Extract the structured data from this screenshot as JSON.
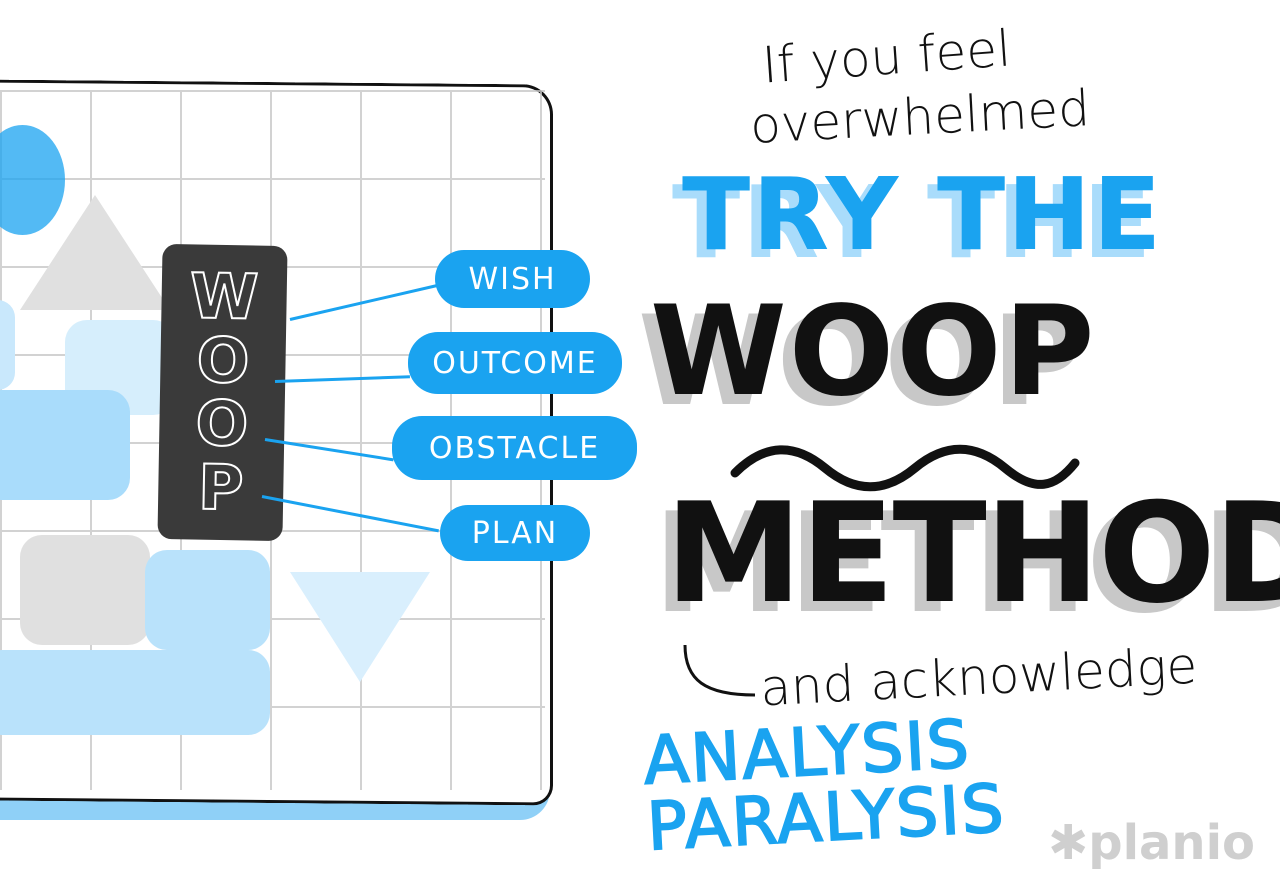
{
  "illustration": {
    "woop_block": {
      "letters": [
        "W",
        "O",
        "O",
        "P"
      ]
    },
    "labels": [
      "WISH",
      "OUTCOME",
      "OBSTACLE",
      "PLAN"
    ]
  },
  "headline": {
    "intro_line1": "If you feel",
    "intro_line2": "overwhelmed",
    "line1": "TRY THE",
    "line2": "WOOP",
    "line3": "METHOD",
    "outro": "and acknowledge",
    "highlight": "ANALYSIS PARALYSIS"
  },
  "logo": {
    "text": "planio",
    "mark": "asterisk-icon"
  },
  "colors": {
    "accent": "#1aa3f0",
    "accent_light": "#a9dcfb",
    "dark": "#111111",
    "shadow": "#c8c8c8",
    "logo": "#cfcfcf"
  }
}
